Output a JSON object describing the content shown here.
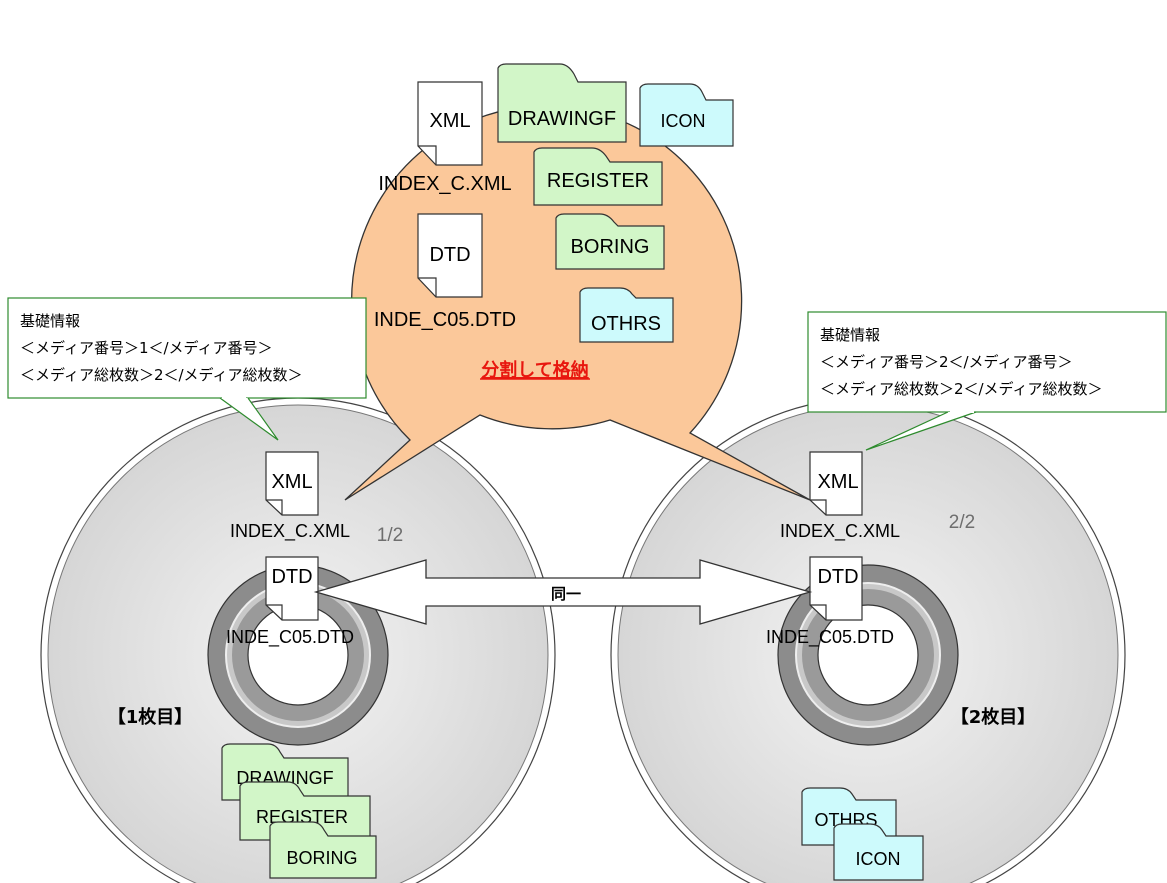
{
  "bubble": {
    "files": [
      {
        "type_label": "XML",
        "name": "INDEX_C.XML"
      },
      {
        "type_label": "DTD",
        "name": "INDE_C05.DTD"
      }
    ],
    "folders": [
      "DRAWINGF",
      "ICON",
      "REGISTER",
      "BORING",
      "OTHRS"
    ],
    "caption": "分割して格納"
  },
  "disc1": {
    "fraction": "1/2",
    "label": "【1枚目】",
    "xml_type": "XML",
    "xml_name": "INDEX_C.XML",
    "dtd_type": "DTD",
    "dtd_name": "INDE_C05.DTD",
    "folders": [
      "DRAWINGF",
      "REGISTER",
      "BORING"
    ]
  },
  "disc2": {
    "fraction": "2/2",
    "label": "【2枚目】",
    "xml_type": "XML",
    "xml_name": "INDEX_C.XML",
    "dtd_type": "DTD",
    "dtd_name": "INDE_C05.DTD",
    "folders": [
      "OTHRS",
      "ICON"
    ]
  },
  "callout1": {
    "lines": [
      "基礎情報",
      "＜メディア番号＞1＜/メディア番号＞",
      "＜メディア総枚数＞2＜/メディア総枚数＞"
    ]
  },
  "callout2": {
    "lines": [
      "基礎情報",
      "＜メディア番号＞2＜/メディア番号＞",
      "＜メディア総枚数＞2＜/メディア総枚数＞"
    ]
  },
  "arrow_label": "同一",
  "colors": {
    "bubble_fill": "#fbc89a",
    "folder_green": "#d2f6c8",
    "folder_cyan": "#cdfafc",
    "callout_border": "#2e8b2e",
    "disc_fill": "#e0e0e0",
    "hub_ring": "#8a8a8a",
    "caption_red": "#e8170f"
  }
}
